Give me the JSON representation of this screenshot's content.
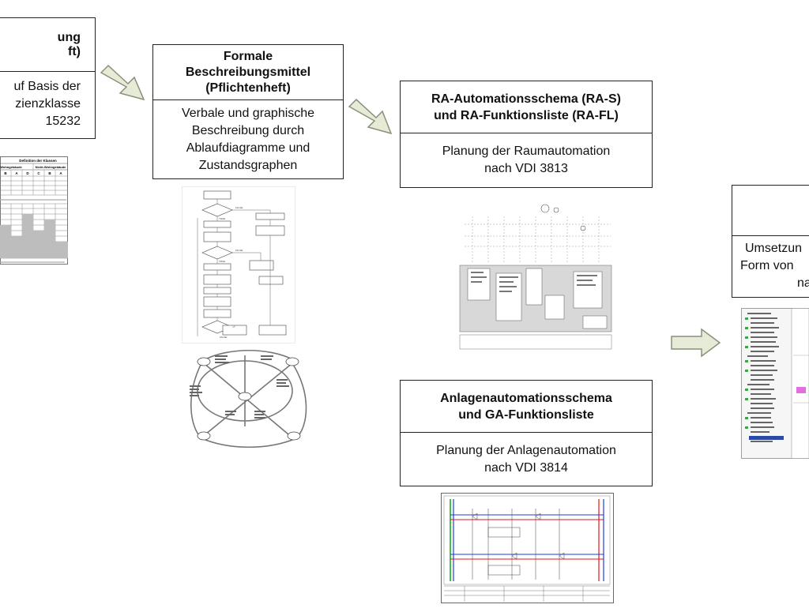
{
  "box1": {
    "title_lines": [
      "ung",
      "ft)"
    ],
    "body_lines": [
      "uf Basis der",
      "zienzklasse",
      "15232"
    ]
  },
  "box2": {
    "title_lines": [
      "Formale",
      "Beschreibungsmittel",
      "(Pflichtenheft)"
    ],
    "body_lines": [
      "Verbale und graphische",
      "Beschreibung durch",
      "Ablaufdiagramme und",
      "Zustandsgraphen"
    ]
  },
  "box3": {
    "title_lines": [
      "RA-Automationsschema (RA-S)",
      "und RA-Funktionsliste (RA-FL)"
    ],
    "body_lines": [
      "Planung der Raumautomation",
      "nach VDI 3813"
    ]
  },
  "box4": {
    "title_lines": [
      "Anlagenautomationsschema",
      "und GA-Funktionsliste"
    ],
    "body_lines": [
      "Planung der Anlagenautomation",
      "nach VDI 3814"
    ]
  },
  "box5": {
    "title_lines": [
      "i"
    ],
    "body_lines": [
      "Umsetzun",
      "Form von",
      "na"
    ]
  },
  "table_thumb": {
    "title": "Definition der Klassen",
    "col1": "Wohngebäude",
    "col2": "Nicht-Wohngebäude",
    "letters": [
      "B",
      "A",
      "D",
      "C",
      "B",
      "A"
    ]
  },
  "colors": {
    "arrow_fill": "#e6ebd7",
    "arrow_stroke": "#8a8f78",
    "red": "#e8141e",
    "blue": "#1e3cdc",
    "green": "#10b020"
  }
}
